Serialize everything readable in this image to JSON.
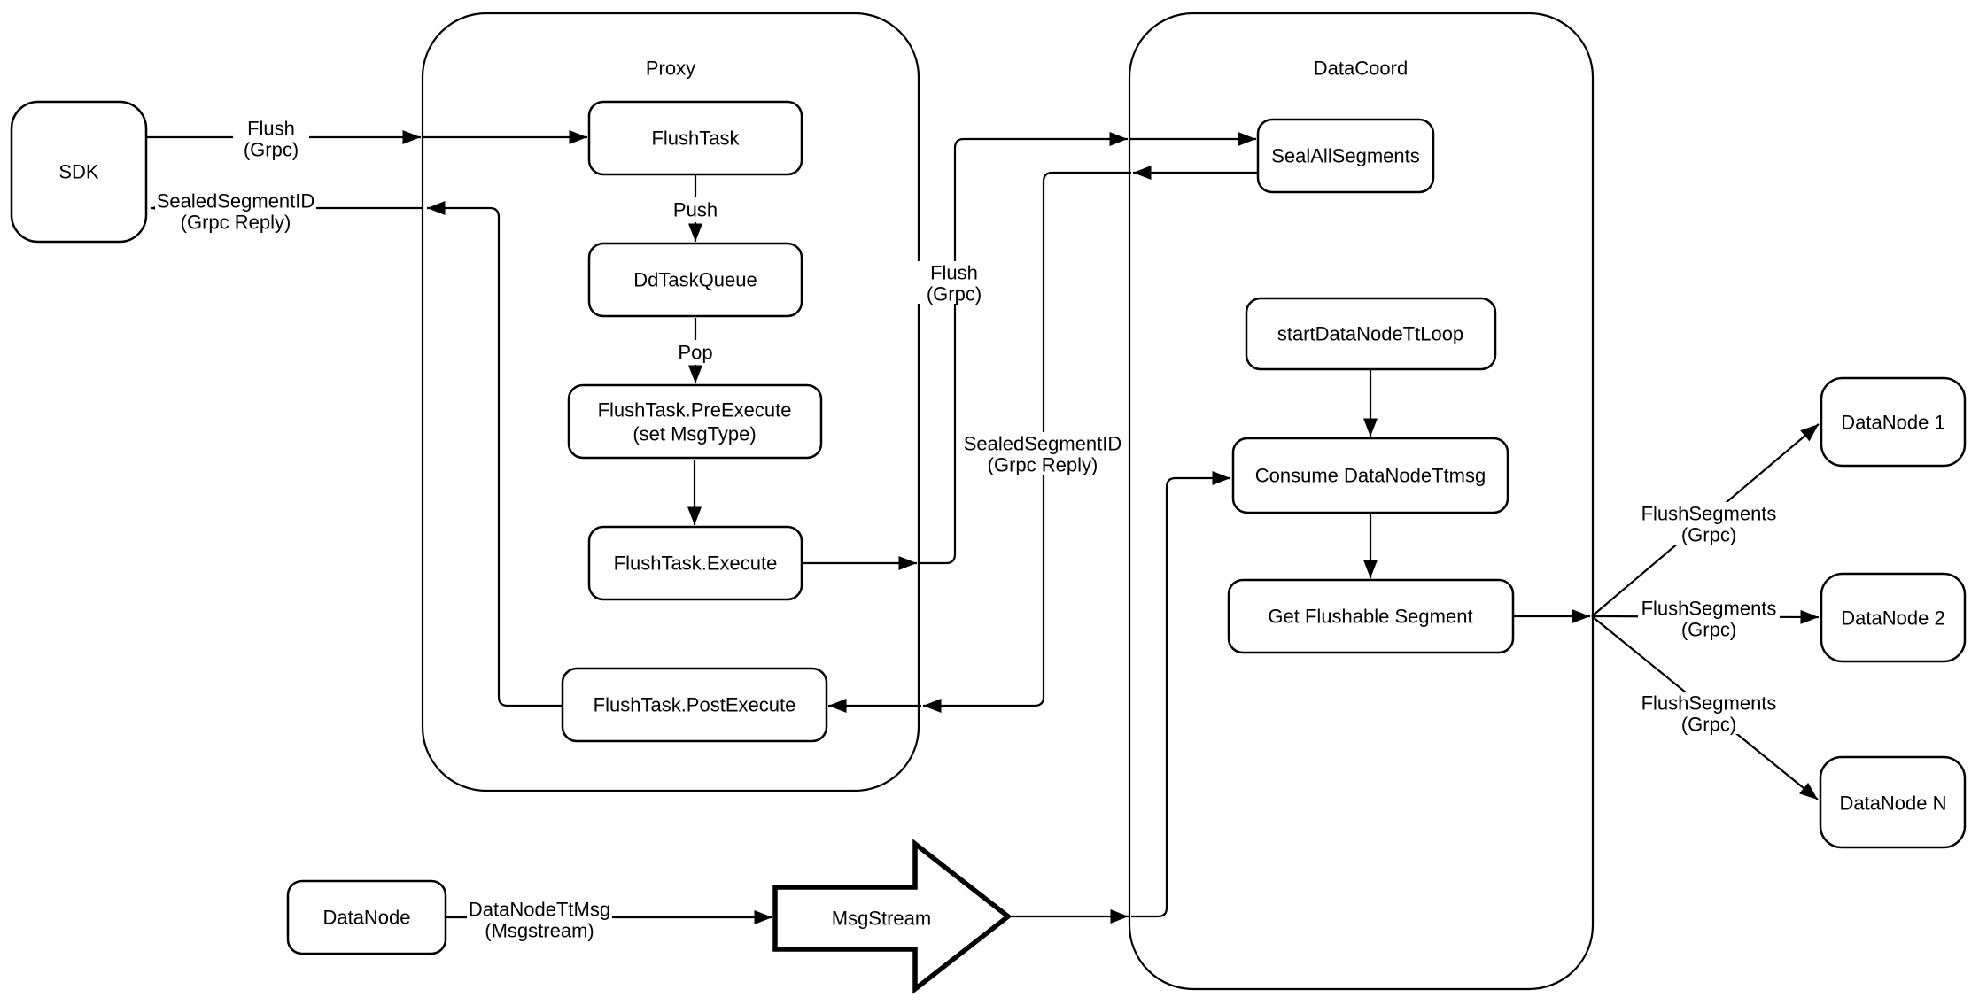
{
  "diagram": {
    "title_note": "flush data flow diagram",
    "colors": {
      "stroke": "#000000",
      "fill": "#ffffff",
      "background": "#ffffff"
    },
    "containers": {
      "proxy": "Proxy",
      "data_coord": "DataCoord"
    },
    "nodes": {
      "sdk": "SDK",
      "flush_task": "FlushTask",
      "dd_task_queue": "DdTaskQueue",
      "pre_execute_line1": "FlushTask.PreExecute",
      "pre_execute_line2": "(set MsgType)",
      "execute": "FlushTask.Execute",
      "post_execute": "FlushTask.PostExecute",
      "seal_all_segments": "SealAllSegments",
      "start_data_node_tt_loop": "startDataNodeTtLoop",
      "consume_data_node_ttmsg": "Consume DataNodeTtmsg",
      "get_flushable_segment": "Get Flushable Segment",
      "data_node_1": "DataNode 1",
      "data_node_2": "DataNode 2",
      "data_node_n": "DataNode N",
      "data_node": "DataNode",
      "msg_stream": "MsgStream"
    },
    "edge_labels": {
      "flush_sdk": [
        "Flush",
        "(Grpc)"
      ],
      "sealed_sdk": [
        "SealedSegmentID",
        "(Grpc Reply)"
      ],
      "push": "Push",
      "pop": "Pop",
      "flush_grpc_mid": [
        "Flush",
        "(Grpc)"
      ],
      "sealed_mid": [
        "SealedSegmentID",
        "(Grpc Reply)"
      ],
      "flush_segments_1": [
        "FlushSegments",
        "(Grpc)"
      ],
      "flush_segments_2": [
        "FlushSegments",
        "(Grpc)"
      ],
      "flush_segments_3": [
        "FlushSegments",
        "(Grpc)"
      ],
      "data_node_tt_msg": [
        "DataNodeTtMsg",
        "(Msgstream)"
      ]
    }
  }
}
